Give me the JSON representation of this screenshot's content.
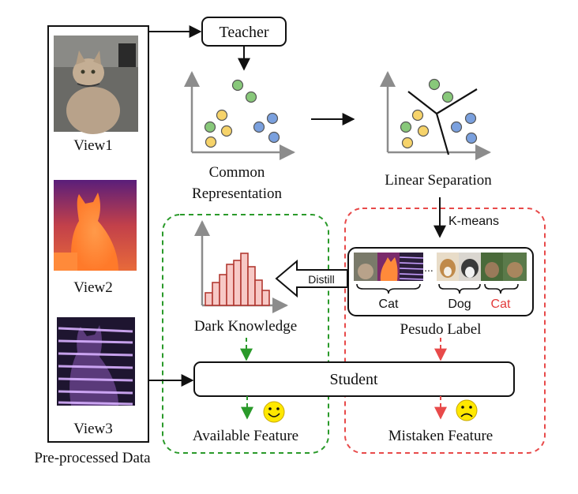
{
  "teacher_label": "Teacher",
  "student_label": "Student",
  "views": [
    "View1",
    "View2",
    "View3"
  ],
  "preprocessed_label": "Pre-processed Data",
  "common_representation": [
    "Common",
    "Representation"
  ],
  "linear_separation_label": "Linear Separation",
  "kmeans_label": "K-means",
  "distill_label": "Distill",
  "dark_knowledge_label": "Dark Knowledge",
  "pseudo_label_title": "Pesudo Label",
  "pseudo_tags": [
    "Cat",
    "Dog",
    "Cat"
  ],
  "ellipsis": "...",
  "available_feature_label": "Available Feature",
  "mistaken_feature_label": "Mistaken Feature",
  "colors": {
    "green_point": "#88c87a",
    "yellow_point": "#f6d36a",
    "blue_point": "#7aa0de",
    "green_dash": "#2a9a2a",
    "red_dash": "#e84a4a",
    "histogram_fill": "#f7c9c6",
    "histogram_stroke": "#b23a32",
    "axis": "#8c8c8c",
    "wrong_tag": "#e23a3a"
  },
  "icons": [
    "happy-face-icon",
    "sad-face-icon"
  ]
}
